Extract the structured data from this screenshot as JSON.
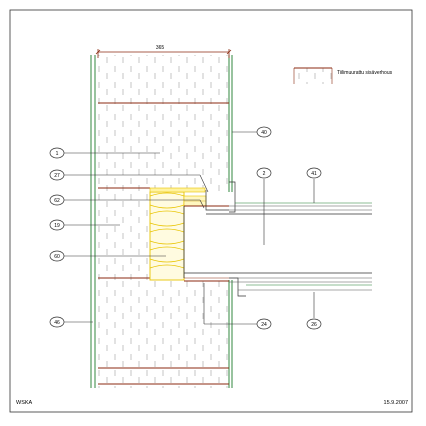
{
  "dimension_label": "365",
  "legend": {
    "label": "Tiilimuurattu sisäverhous"
  },
  "callouts": [
    {
      "id": "c1",
      "label": "1"
    },
    {
      "id": "c2",
      "label": "2"
    },
    {
      "id": "c19",
      "label": "19"
    },
    {
      "id": "c24",
      "label": "24"
    },
    {
      "id": "c26",
      "label": "26"
    },
    {
      "id": "c27",
      "label": "27"
    },
    {
      "id": "c40",
      "label": "40"
    },
    {
      "id": "c41",
      "label": "41"
    },
    {
      "id": "c46",
      "label": "46"
    },
    {
      "id": "c60",
      "label": "60"
    },
    {
      "id": "c62",
      "label": "62"
    }
  ],
  "footer": {
    "company": "WSKA",
    "date": "15.9.2007"
  },
  "colors": {
    "wall_outline": "#1a7a2a",
    "hatch": "#7a7a7a",
    "brick_joint": "#8b2a10",
    "insulation": "#e8c400",
    "insulation_fill": "#fff7c0",
    "dimension": "#8b2a10"
  }
}
